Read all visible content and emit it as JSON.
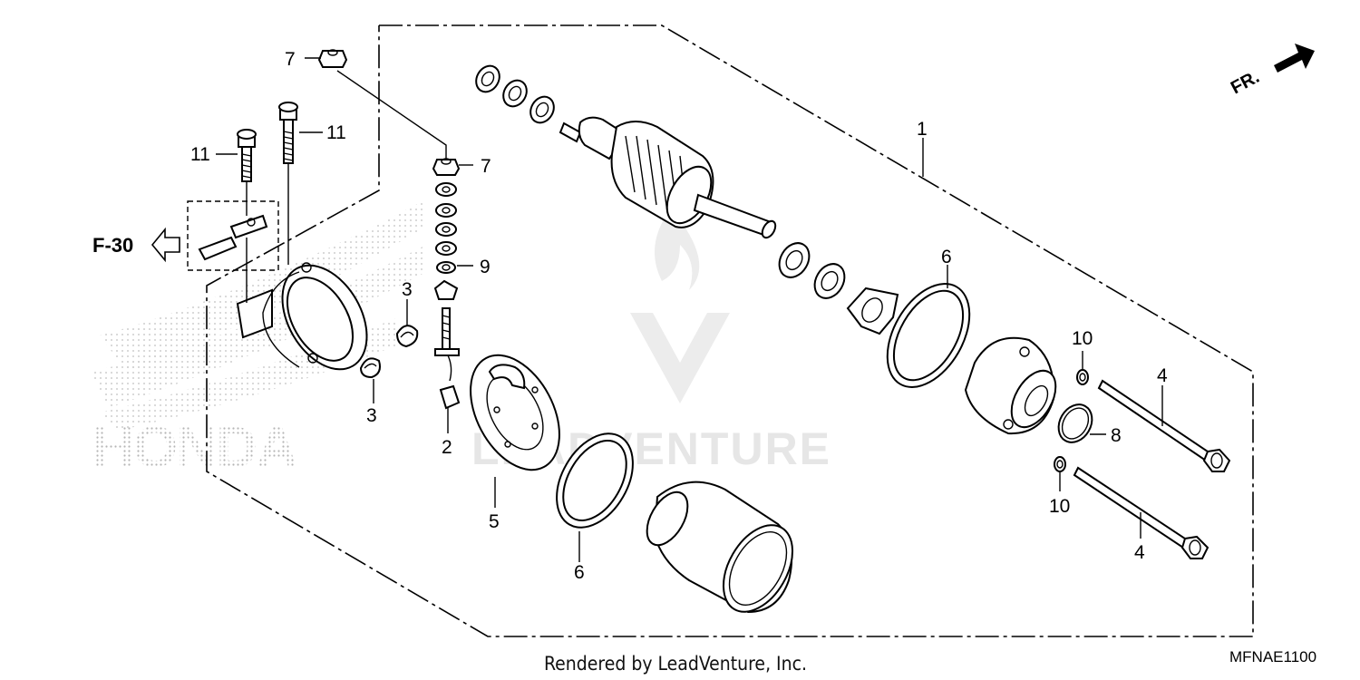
{
  "diagram": {
    "ref_left": "F-30",
    "direction": "FR.",
    "footer": "Rendered by LeadVenture, Inc.",
    "code": "MFNAE1100",
    "watermark_brand": "LEADVENTURE",
    "watermark_logo": "HONDA",
    "callouts": {
      "c1": "1",
      "c2": "2",
      "c3a": "3",
      "c3b": "3",
      "c4a": "4",
      "c4b": "4",
      "c5": "5",
      "c6a": "6",
      "c6b": "6",
      "c7a": "7",
      "c7b": "7",
      "c8": "8",
      "c9": "9",
      "c10a": "10",
      "c10b": "10",
      "c11a": "11",
      "c11b": "11"
    }
  }
}
